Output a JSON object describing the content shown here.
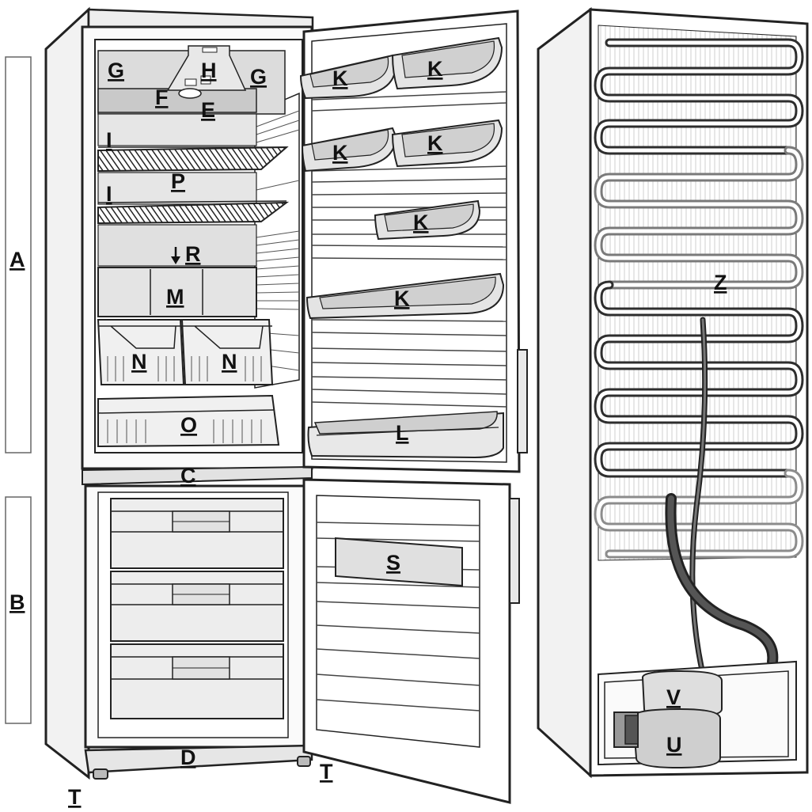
{
  "labels": {
    "A": "A",
    "B": "B",
    "C": "C",
    "D": "D",
    "E": "E",
    "F": "F",
    "G": "G",
    "H": "H",
    "I": "I",
    "K": "K",
    "L": "L",
    "M": "M",
    "N": "N",
    "O": "O",
    "P": "P",
    "R": "R",
    "S": "S",
    "T": "T",
    "U": "U",
    "V": "V",
    "Z": "Z"
  },
  "colors": {
    "outline": "#222222",
    "shelf": "#e0e0e0",
    "shelf_shadow": "#c8c8c8",
    "coil_dark": "#3a3a3a",
    "coil_mid": "#8a8a8a",
    "coil_light": "#bdbdbd",
    "background": "#ffffff"
  }
}
